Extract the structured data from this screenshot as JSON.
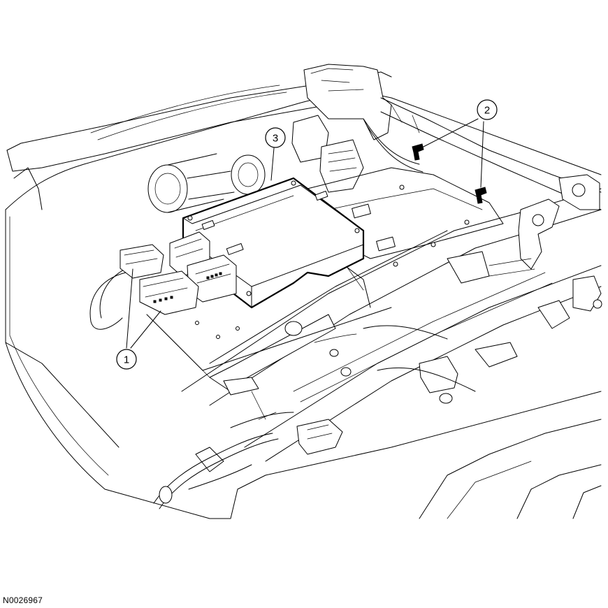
{
  "figure_id": "N0026967",
  "callouts": [
    {
      "id": "1",
      "label": "1"
    },
    {
      "id": "2",
      "label": "2"
    },
    {
      "id": "3",
      "label": "3"
    }
  ],
  "colors": {
    "line": "#000000",
    "background": "#ffffff"
  }
}
